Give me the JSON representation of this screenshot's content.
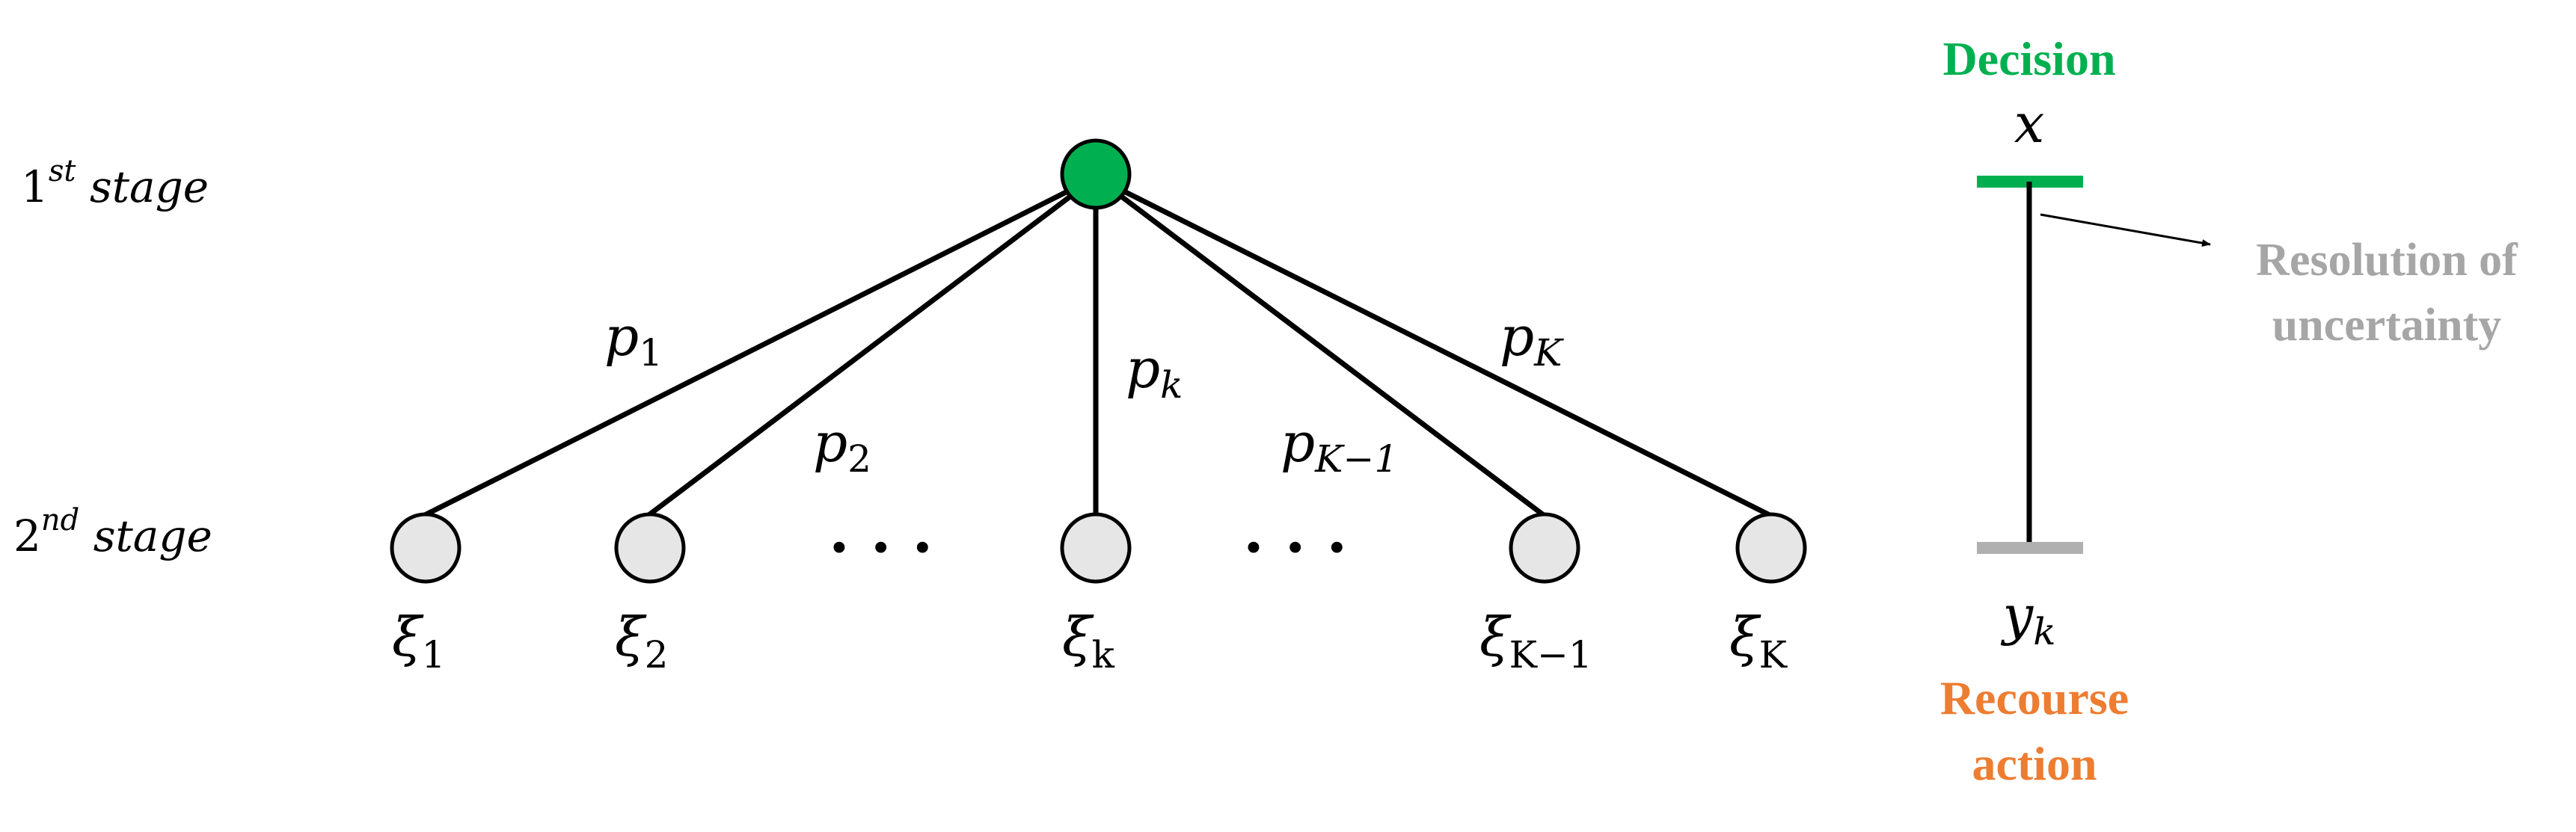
{
  "stages": {
    "first": {
      "base": "1",
      "sup": "st",
      "word": "stage"
    },
    "second": {
      "base": "2",
      "sup": "nd",
      "word": "stage"
    }
  },
  "probabilities": [
    {
      "base": "p",
      "sub": "1"
    },
    {
      "base": "p",
      "sub": "2"
    },
    {
      "base": "p",
      "sub": "k"
    },
    {
      "base": "p",
      "sub": "K−1"
    },
    {
      "base": "p",
      "sub": "K"
    }
  ],
  "scenarios": [
    {
      "base": "ξ",
      "sub": "1"
    },
    {
      "base": "ξ",
      "sub": "2"
    },
    {
      "base": "ξ",
      "sub": "k"
    },
    {
      "base": "ξ",
      "sub": "K−1"
    },
    {
      "base": "ξ",
      "sub": "K"
    }
  ],
  "ellipsis": "· · ·",
  "timeline": {
    "decision_label": "Decision",
    "decision_var": "x",
    "resolution_line1": "Resolution of",
    "resolution_line2": "uncertainty",
    "recourse_var_base": "y",
    "recourse_var_sub": "k",
    "recourse_line1": "Recourse",
    "recourse_line2": "action"
  },
  "colors": {
    "root_node": "#00b050",
    "leaf_node": "#e6e6e6",
    "decision": "#00b050",
    "recourse": "#ed7d31",
    "resolution": "#a6a6a6",
    "recourse_bar": "#b0b0b0",
    "edge": "#000000"
  }
}
